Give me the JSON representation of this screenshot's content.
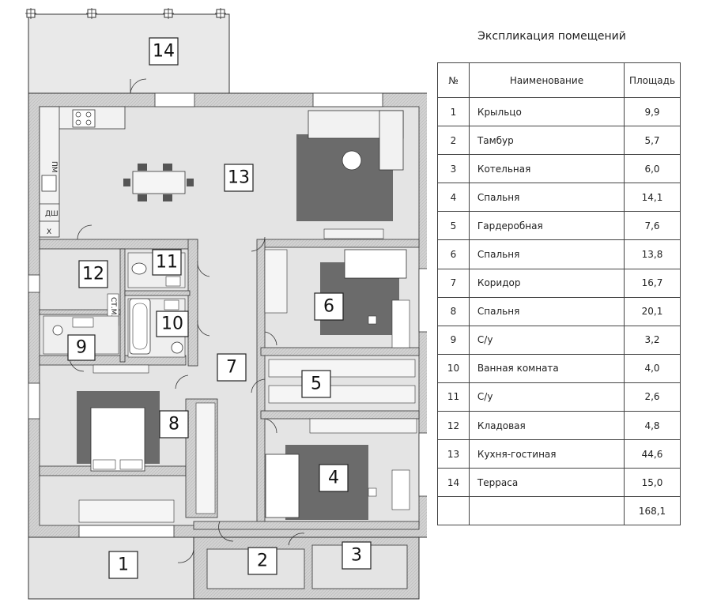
{
  "legend": {
    "title": "Экспликация помещений",
    "columns": [
      "№",
      "Наименование",
      "Площадь"
    ],
    "rows": [
      {
        "no": "1",
        "name": "Крыльцо",
        "area": "9,9"
      },
      {
        "no": "2",
        "name": "Тамбур",
        "area": "5,7"
      },
      {
        "no": "3",
        "name": "Котельная",
        "area": "6,0"
      },
      {
        "no": "4",
        "name": "Спальня",
        "area": "14,1"
      },
      {
        "no": "5",
        "name": "Гардеробная",
        "area": "7,6"
      },
      {
        "no": "6",
        "name": "Спальня",
        "area": "13,8"
      },
      {
        "no": "7",
        "name": "Коридор",
        "area": "16,7"
      },
      {
        "no": "8",
        "name": "Спальня",
        "area": "20,1"
      },
      {
        "no": "9",
        "name": "С/у",
        "area": "3,2"
      },
      {
        "no": "10",
        "name": "Ванная комната",
        "area": "4,0"
      },
      {
        "no": "11",
        "name": "С/у",
        "area": "2,6"
      },
      {
        "no": "12",
        "name": "Кладовая",
        "area": "4,8"
      },
      {
        "no": "13",
        "name": "Кухня-гостиная",
        "area": "44,6"
      },
      {
        "no": "14",
        "name": "Терраса",
        "area": "15,0"
      }
    ],
    "total": "168,1"
  },
  "plan": {
    "room_labels": [
      "1",
      "2",
      "3",
      "4",
      "5",
      "6",
      "7",
      "8",
      "9",
      "10",
      "11",
      "12",
      "13",
      "14"
    ],
    "appliance_labels": {
      "dishwasher_pm": "ПМ",
      "dishwasher_dsh": "ДШ",
      "fridge_x": "Х",
      "washer": "СТ.М."
    },
    "colors": {
      "wall": "#cfcfcf",
      "floor": "#e4e4e4",
      "rug": "#6b6b6b",
      "line": "#222222"
    }
  }
}
